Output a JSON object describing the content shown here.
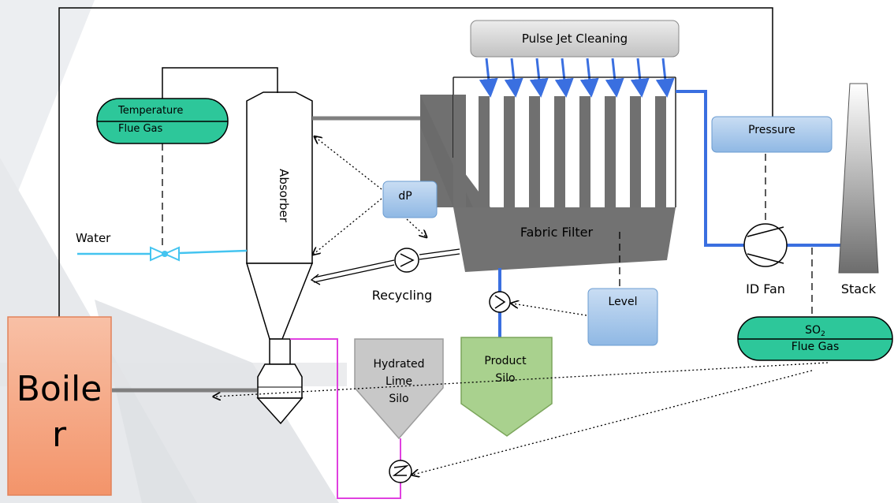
{
  "diagram": {
    "labels": {
      "pulse_jet_cleaning": "Pulse Jet Cleaning",
      "temperature_line1": "Temperature",
      "temperature_line2": "Flue Gas",
      "absorber": "Absorber",
      "dp": "dP",
      "water": "Water",
      "recycling": "Recycling",
      "fabric_filter": "Fabric Filter",
      "pressure": "Pressure",
      "id_fan": "ID Fan",
      "stack": "Stack",
      "level": "Level",
      "so2_prefix": "SO",
      "so2_subscript": "2",
      "so2_line2": "Flue Gas",
      "hydrated_line1": "Hydrated",
      "hydrated_line2": "Lime",
      "hydrated_line3": "Silo",
      "product_line1": "Product",
      "product_line2": "Silo",
      "boiler_line1": "Boile",
      "boiler_line2": "r"
    },
    "colors": {
      "flue_gas_blue": "#3a6fe0",
      "water_cyan": "#44c4f0",
      "lime_magenta": "#e040e0",
      "analyzer_green": "#2dc79a",
      "box_blue": "#9cc2e8",
      "filter_gray": "#6f6f6f",
      "boiler_salmon": "#f4a17a",
      "product_green": "#a9d18e",
      "silo_gray": "#c8c8c8"
    }
  }
}
